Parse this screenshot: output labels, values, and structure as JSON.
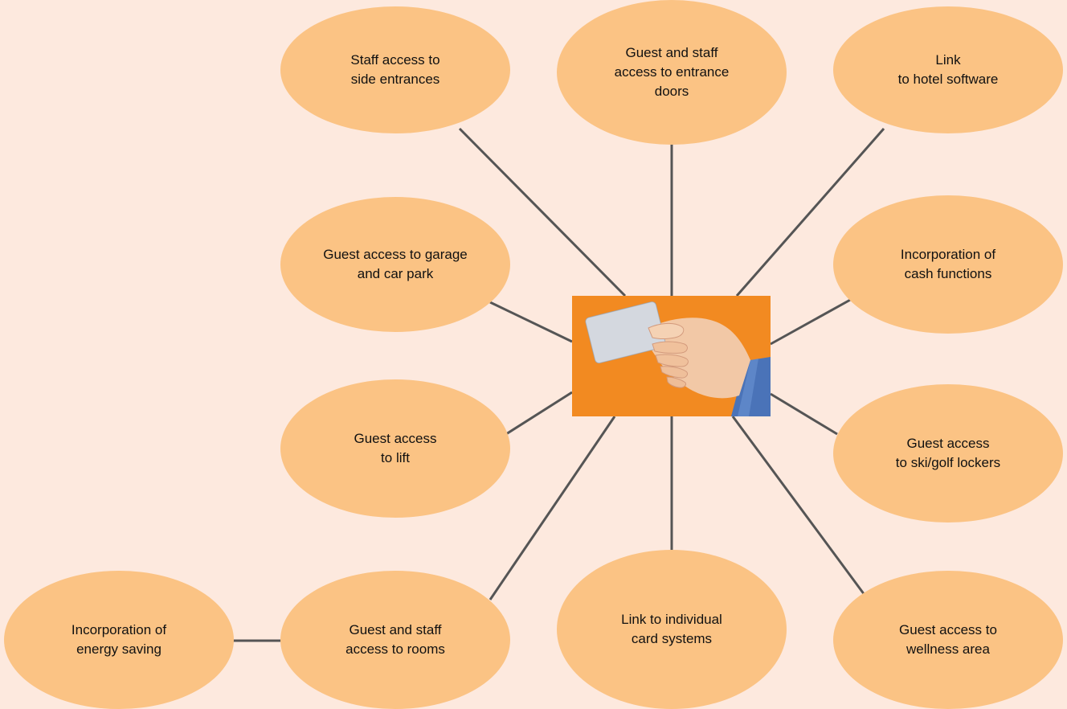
{
  "diagram": {
    "center": {
      "icon": "hand-holding-keycard-icon",
      "background_color": "#f28a21"
    },
    "node_color": "#fbc384",
    "line_color": "#555555",
    "background_color": "#fde9de",
    "nodes": [
      {
        "id": "staff-side-entrances",
        "lines": [
          "Staff access to",
          "side entrances"
        ]
      },
      {
        "id": "guest-staff-entrance-doors",
        "lines": [
          "Guest and staff",
          "access to entrance",
          "doors"
        ]
      },
      {
        "id": "link-hotel-software",
        "lines": [
          "Link",
          "to hotel software"
        ]
      },
      {
        "id": "guest-garage-car-park",
        "lines": [
          "Guest access to garage",
          "and car park"
        ]
      },
      {
        "id": "cash-functions",
        "lines": [
          "Incorporation of",
          "cash functions"
        ]
      },
      {
        "id": "guest-lift",
        "lines": [
          "Guest access",
          "to lift"
        ]
      },
      {
        "id": "guest-ski-golf-lockers",
        "lines": [
          "Guest access",
          "to ski/golf lockers"
        ]
      },
      {
        "id": "energy-saving",
        "lines": [
          "Incorporation of",
          "energy saving"
        ]
      },
      {
        "id": "guest-staff-rooms",
        "lines": [
          "Guest and staff",
          "access to rooms"
        ]
      },
      {
        "id": "link-individual-card-systems",
        "lines": [
          "Link to individual",
          "card systems"
        ]
      },
      {
        "id": "guest-wellness-area",
        "lines": [
          "Guest access to",
          "wellness area"
        ]
      }
    ]
  }
}
